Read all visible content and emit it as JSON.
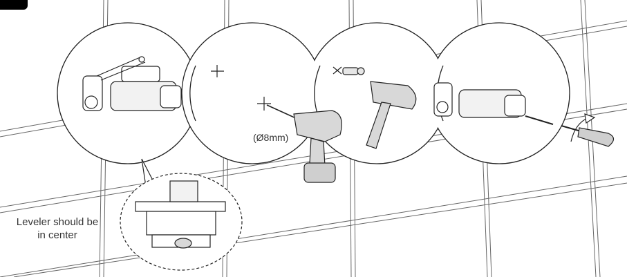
{
  "step_badge": {
    "color": "#000000"
  },
  "drill_size_label": "(Ø8mm)",
  "leveler_note": {
    "line1": "Leveler should be",
    "line2": "in center"
  },
  "icons": [
    "drill-icon",
    "hammer-icon",
    "screwdriver-icon",
    "wall-anchor-icon",
    "rotate-arrow-icon",
    "drill-mark-icon"
  ],
  "colors": {
    "line": "#222222",
    "tile_line": "#555555",
    "tool_fill": "#d8d8d8"
  }
}
